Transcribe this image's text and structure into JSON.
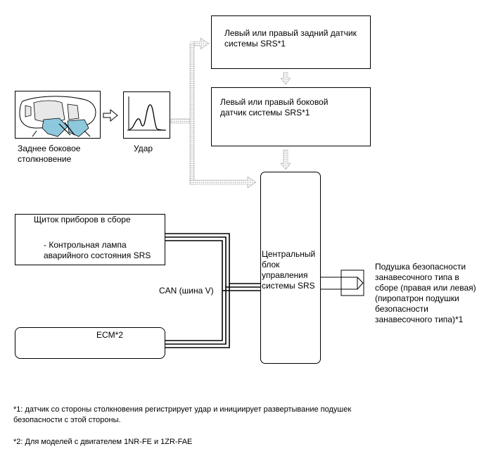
{
  "labels": {
    "rear_sensor": "Левый или правый задний датчик\nсистемы SRS*1",
    "side_sensor": "Левый или правый боковой\nдатчик системы SRS*1",
    "collision": "Заднее боковое\nстолкновение",
    "impact": "Удар",
    "combination_meter": "Щиток приборов в сборе",
    "warning_lamp": "- Контрольная лампа\nаварийного состояния SRS",
    "can_bus": "CAN (шина V)",
    "center_unit": "Центральный\nблок\nуправления\nсистемы SRS",
    "ecm": "ECM*2",
    "airbag": "Подушка безопасности\nзанавесочного типа в\nсборе (правая или левая)\n(пиропатрон подушки\nбезопасности\nзанавесочного типа)*1"
  },
  "footnotes": {
    "note1": "*1: датчик со стороны столкновения регистрирует удар и инициирует развертывание подушек\nбезопасности с этой стороны.",
    "note2": "*2: Для моделей с двигателем 1NR-FE и 1ZR-FAE"
  },
  "colors": {
    "dotted_arrow": "#b8b8b8",
    "line": "#000000",
    "car_impact": "#8ec8dc"
  }
}
